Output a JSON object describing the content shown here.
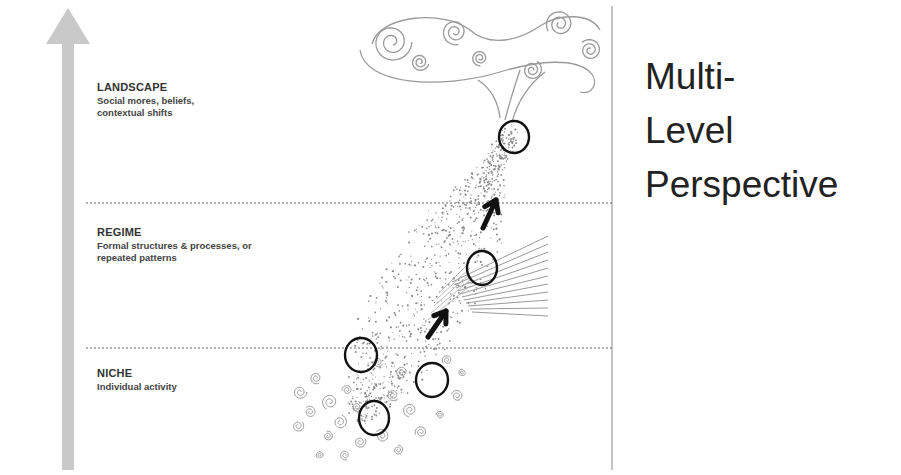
{
  "diagram": {
    "title": "Multi- Level Perspective",
    "nodes": [
      {
        "text": [
          "LANDSCAPE",
          "Social mores, beliefs, contextual shifts"
        ]
      },
      {
        "text": [
          "REGIME",
          "Formal structures & processes, or repeated patterns"
        ]
      },
      {
        "text": [
          "NICHE",
          "Individual activity"
        ]
      }
    ]
  }
}
